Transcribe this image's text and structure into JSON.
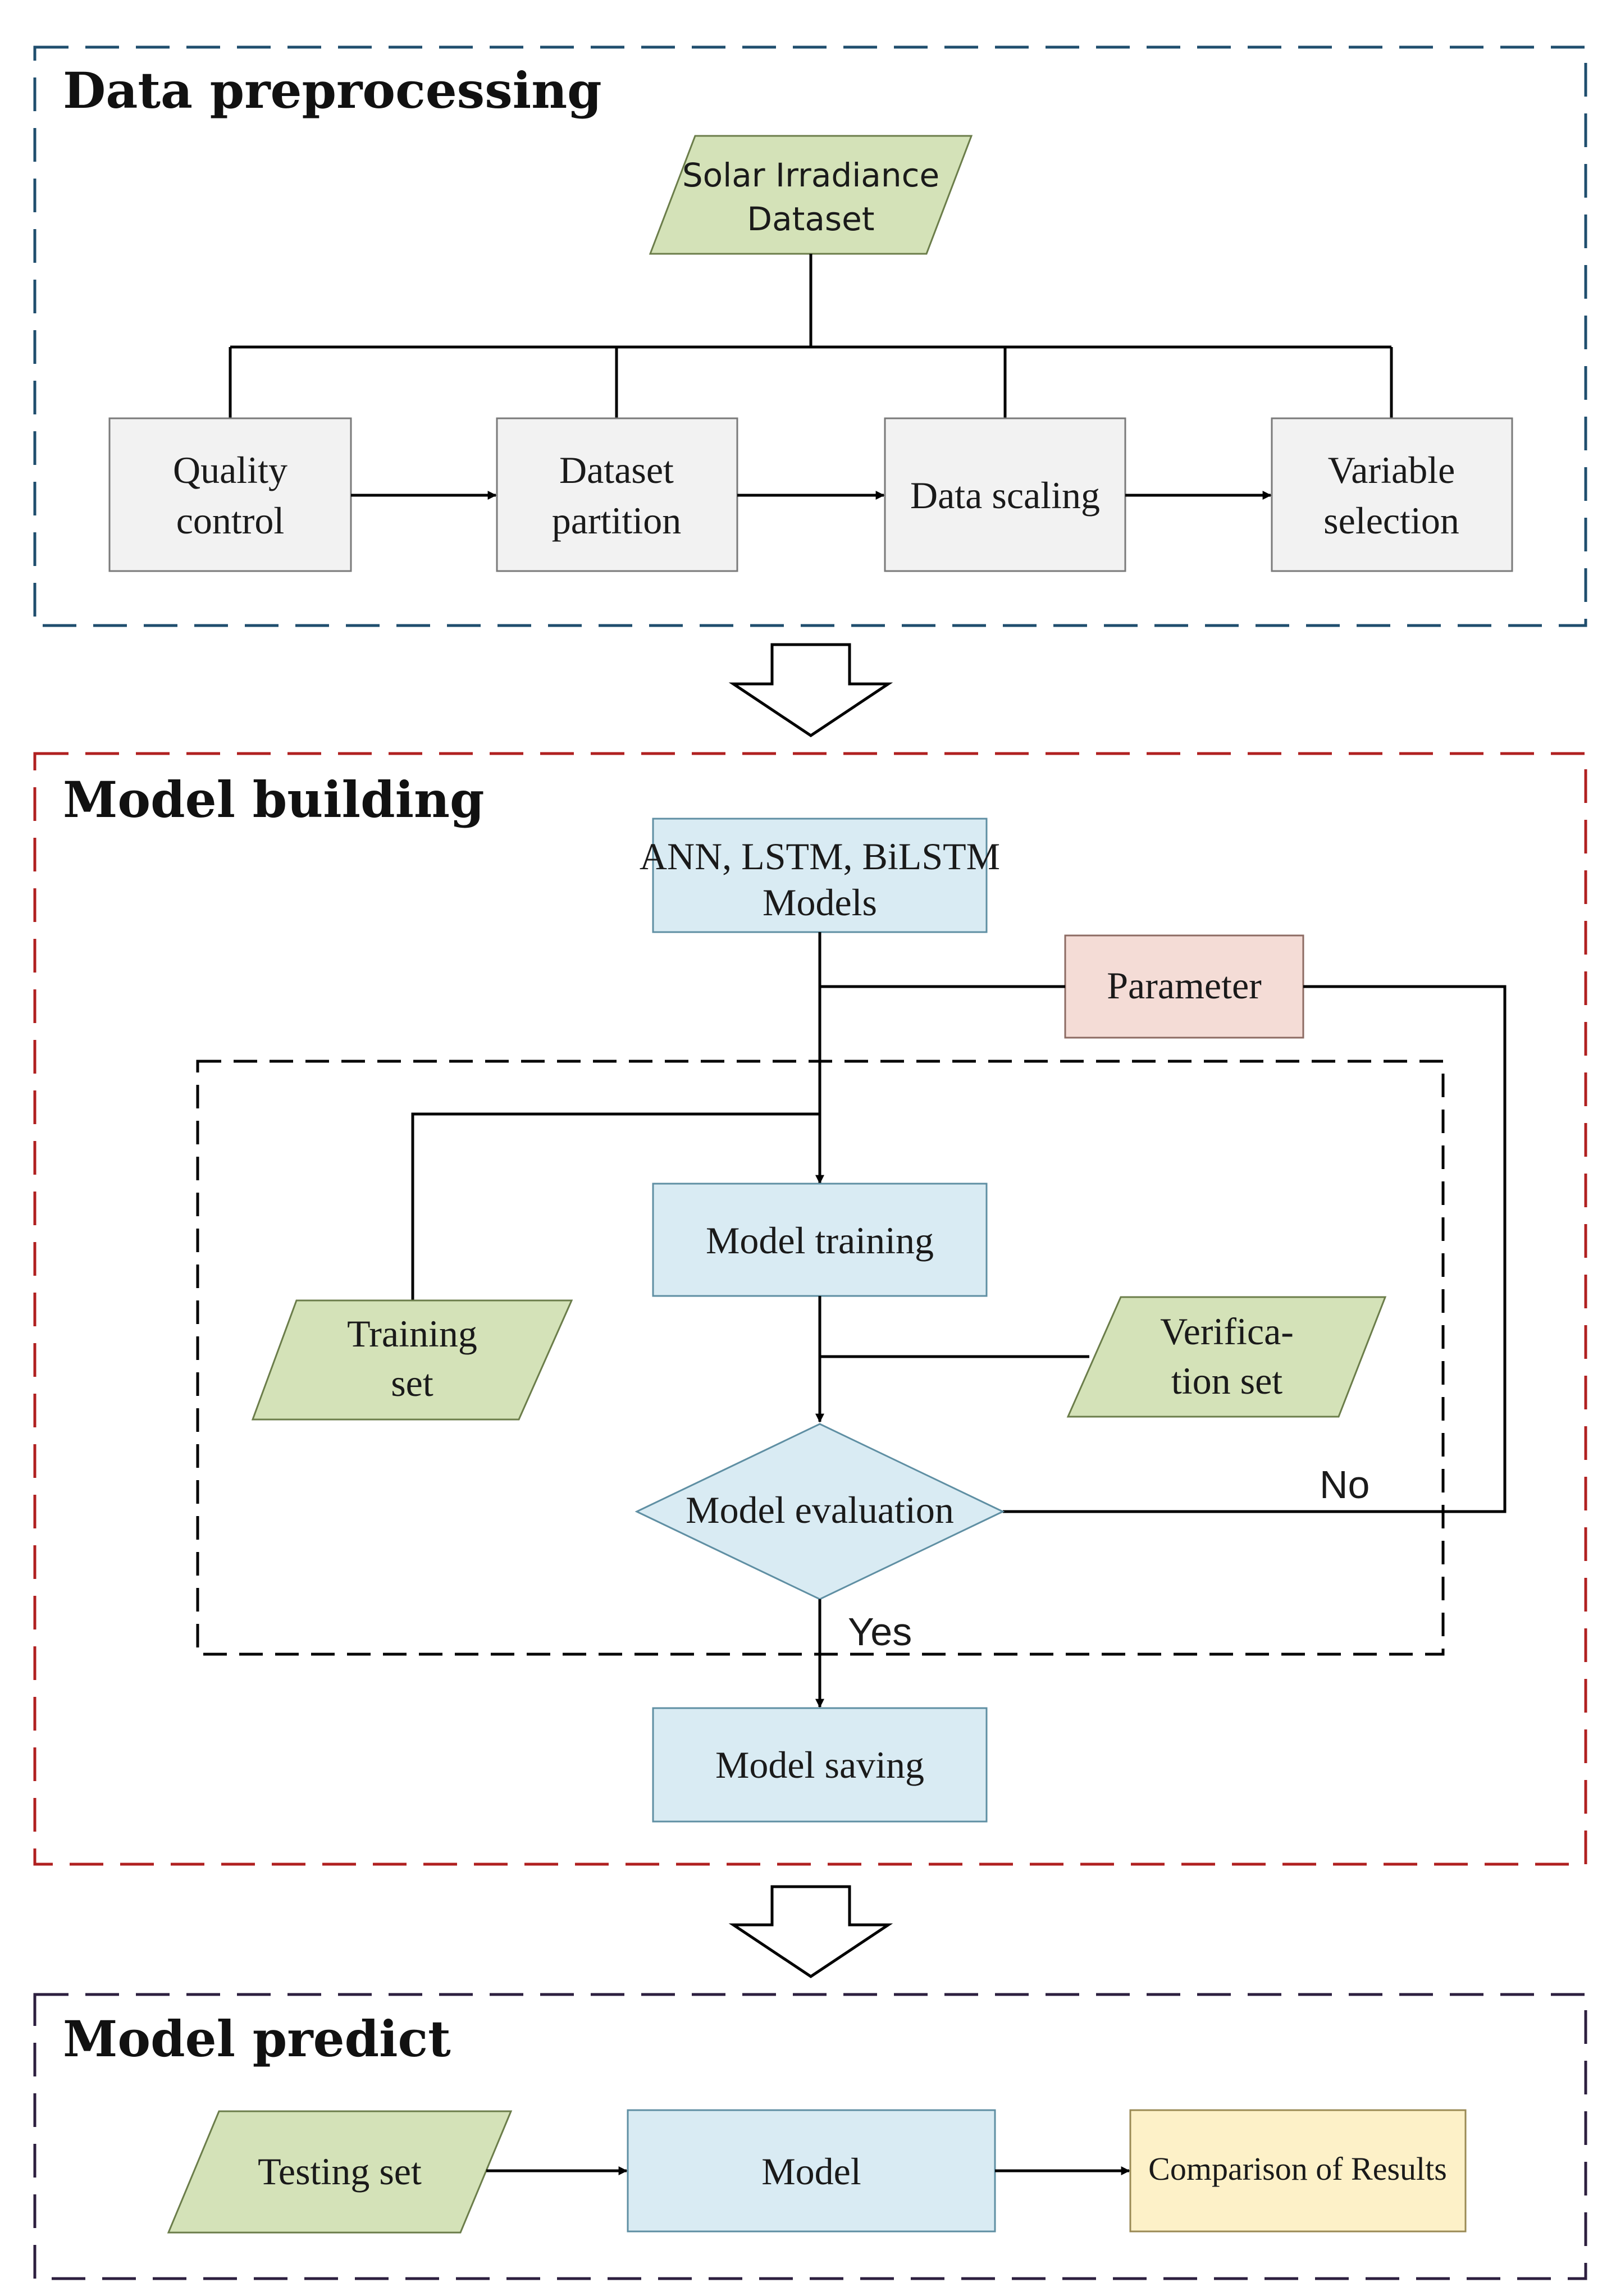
{
  "sections": {
    "preprocessing_title": "Data preprocessing",
    "building_title": "Model building",
    "predict_title": "Model predict"
  },
  "preprocessing": {
    "dataset_line1": "Solar Irradiance",
    "dataset_line2": "Dataset",
    "quality_line1": "Quality",
    "quality_line2": "control",
    "partition_line1": "Dataset",
    "partition_line2": "partition",
    "scaling": "Data scaling",
    "variable_line1": "Variable",
    "variable_line2": "selection"
  },
  "building": {
    "models_line1": "ANN, LSTM, BiLSTM",
    "models_line2": "Models",
    "parameter": "Parameter",
    "training": "Model training",
    "trainset_line1": "Training",
    "trainset_line2": "set",
    "verif_line1": "Verifica-",
    "verif_line2": "tion set",
    "evaluation": "Model evaluation",
    "no": "No",
    "yes": "Yes",
    "saving": "Model saving"
  },
  "predict": {
    "testing": "Testing set",
    "model": "Model",
    "comparison": "Comparison of Results"
  },
  "colors": {
    "section1_border": "#1f4e6e",
    "section2_border": "#b02020",
    "section3_border": "#2d1f3f",
    "gray_box": "#f2f2f2",
    "green_para": "#d4e2b8",
    "blue_box": "#d9ebf3",
    "pink_box": "#f4dcd6",
    "yellow_box": "#fdf1c8"
  }
}
